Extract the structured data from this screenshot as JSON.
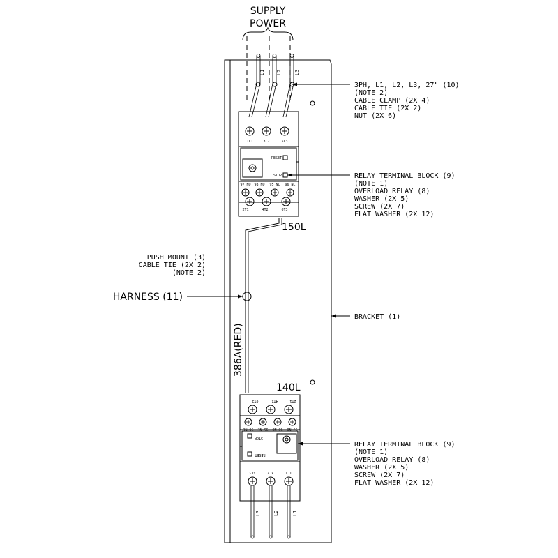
{
  "supply": {
    "line1": "SUPPLY",
    "line2": "POWER"
  },
  "top_wires": [
    "L1",
    "L2",
    "L3"
  ],
  "bottom_wires": [
    "L3",
    "L2",
    "L1"
  ],
  "top_callout": [
    "3PH, L1, L2, L3, 27\" (10)",
    "(NOTE 2)",
    "CABLE CLAMP (2X 4)",
    "CABLE TIE (2X 2)",
    "NUT (2X 6)"
  ],
  "relay_callout_top": [
    "RELAY TERMINAL BLOCK (9)",
    "(NOTE 1)",
    "OVERLOAD RELAY (8)",
    "WASHER (2X 5)",
    "SCREW (2X 7)",
    "FLAT WASHER (2X 12)"
  ],
  "relay_callout_bottom": [
    "RELAY TERMINAL BLOCK (9)",
    "(NOTE 1)",
    "OVERLOAD RELAY (8)",
    "WASHER (2X 5)",
    "SCREW (2X 7)",
    "FLAT WASHER (2X 12)"
  ],
  "left_callout": [
    "PUSH MOUNT (3)",
    "CABLE TIE (2X 2)",
    "(NOTE 2)"
  ],
  "harness_label": "HARNESS (11)",
  "bracket_label": "BRACKET (1)",
  "wire_label": "386A(RED)",
  "relay_top_id": "150L",
  "relay_bottom_id": "140L",
  "top_relay": {
    "line_terms": [
      "1L1",
      "3L2",
      "5L3"
    ],
    "load_terms": [
      "2T1",
      "4T2",
      "6T3"
    ],
    "aux_terms": [
      "97 NO",
      "98 NO",
      "95 NC",
      "96 NC"
    ],
    "reset": "RESET",
    "stop": "STOP"
  },
  "bottom_relay": {
    "line_terms": [
      "5L3",
      "3L2",
      "1L1"
    ],
    "load_terms": [
      "6T3",
      "4T2",
      "2T1"
    ],
    "aux_terms": [
      "96 NC",
      "95 NC",
      "98 NO",
      "97 NO"
    ],
    "reset": "RESET",
    "stop": "STOP"
  }
}
